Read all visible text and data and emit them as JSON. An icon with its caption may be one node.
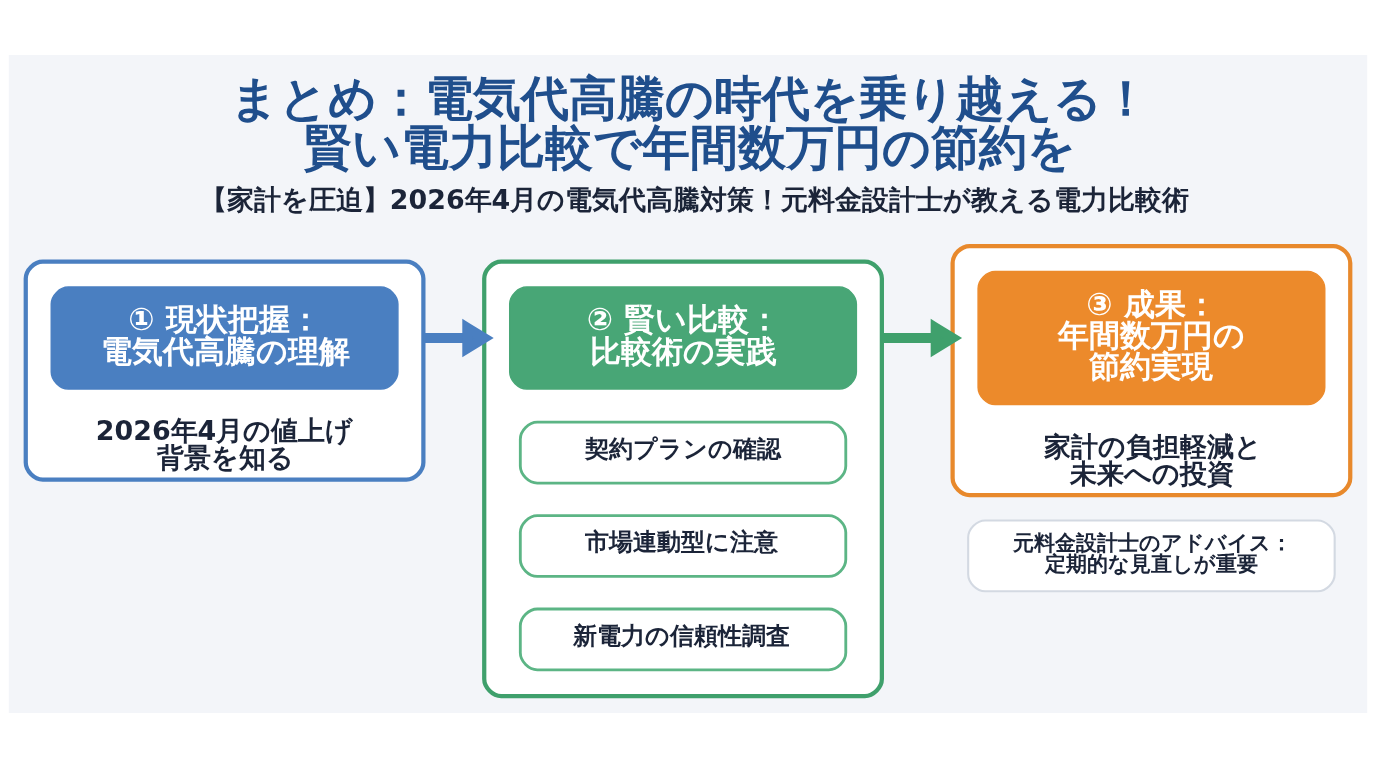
{
  "diagram": {
    "title": "まとめ：電気代高騰の時代を乗り越える！賢い電力比較で年間数万円の節約を",
    "caption": "【家計を圧迫】2026年4月の電気代高騰対策！元料金設計士が教える電力比較術",
    "nodes": [
      {
        "text": [
          "2026年4月の値上げ背景を知る"
        ]
      },
      {
        "text": [
          "① 現状把握：電気代高騰の理解"
        ],
        "in": 0
      },
      {
        "text": [],
        "shape": "box"
      },
      {
        "text": [
          "② 賢い比較：比較術の実践"
        ],
        "in": 2
      },
      {
        "text": [
          "契約プランの確認"
        ],
        "in": 2
      },
      {
        "text": [
          "市場連動型に注意"
        ],
        "in": 2
      },
      {
        "text": [
          "新電力の信頼性調査"
        ],
        "in": 2
      },
      {
        "text": [
          "家計の負担軽減と未来への投資"
        ]
      },
      {
        "text": [
          "③ 成果：年間数万円の節約実現"
        ],
        "in": 7
      },
      {
        "text": [
          "元料金設計士のアドバイス：定期的な見直しが重要"
        ]
      }
    ],
    "edges": [
      {
        "from": 0,
        "to": 2,
        "arrow": "to",
        "color": "#4a7fc1"
      },
      {
        "from": 2,
        "to": 7,
        "arrow": "to",
        "color": "#3fa06c"
      }
    ]
  }
}
